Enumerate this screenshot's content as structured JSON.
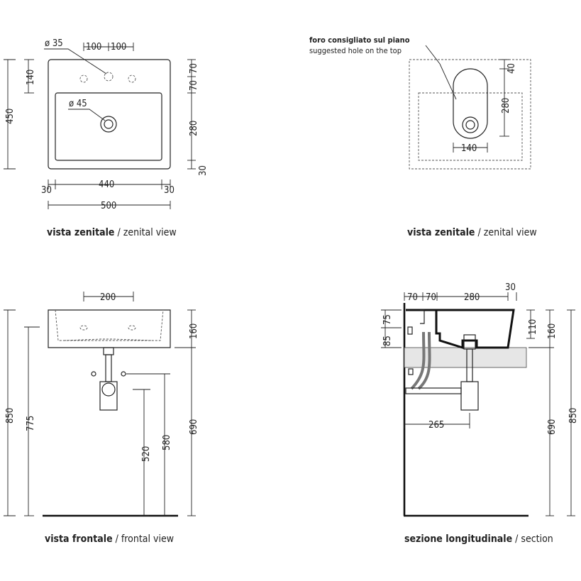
{
  "views": {
    "top_left": {
      "caption_bold": "vista zenitale",
      "caption_sep": " / ",
      "caption_en": "zenital view",
      "dims": {
        "hole_small": "ø 35",
        "spacing_a": "100",
        "spacing_b": "100",
        "drain": "ø 45",
        "d140": "140",
        "d450": "450",
        "d70a": "70",
        "d70b": "70",
        "d280": "280",
        "d30r": "30",
        "d30a": "30",
        "d440": "440",
        "d30b": "30",
        "d500": "500"
      }
    },
    "top_right": {
      "caption_bold": "vista zenitale",
      "caption_sep": " / ",
      "caption_en": "zenital view",
      "note_it": "foro consigliato sul piano",
      "note_en": "suggested hole on the top",
      "dims": {
        "d40": "40",
        "d280": "280",
        "d140": "140"
      }
    },
    "bottom_left": {
      "caption_bold": "vista frontale",
      "caption_sep": " / ",
      "caption_en": "frontal view",
      "dims": {
        "d200": "200",
        "d850": "850",
        "d775": "775",
        "d520": "520",
        "d580": "580",
        "d160": "160",
        "d690": "690"
      }
    },
    "bottom_right": {
      "caption_bold": "sezione longitudinale",
      "caption_sep": " / ",
      "caption_en": "section",
      "dims": {
        "d70a": "70",
        "d70b": "70",
        "d280": "280",
        "d30": "30",
        "d85": "85",
        "d75": "75",
        "d110": "110",
        "d160": "160",
        "d850": "850",
        "d690": "690",
        "d265": "265"
      }
    }
  },
  "colors": {
    "line": "#222222",
    "wall": "#111111",
    "counter": "#e6e6e6"
  }
}
